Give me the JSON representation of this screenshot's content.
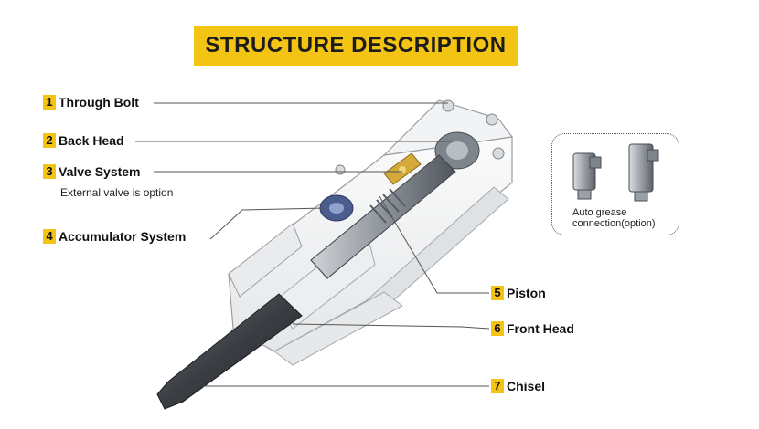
{
  "title": "STRUCTURE DESCRIPTION",
  "labels": [
    {
      "num": "1",
      "text": "Through Bolt"
    },
    {
      "num": "2",
      "text": "Back Head"
    },
    {
      "num": "3",
      "text": "Valve System"
    },
    {
      "num": "4",
      "text": "Accumulator System"
    },
    {
      "num": "5",
      "text": "Piston"
    },
    {
      "num": "6",
      "text": "Front Head"
    },
    {
      "num": "7",
      "text": "Chisel"
    }
  ],
  "valve_note": "External valve is option",
  "option_caption_line1": "Auto grease",
  "option_caption_line2": "connection(option)",
  "colors": {
    "accent": "#f4c414"
  }
}
